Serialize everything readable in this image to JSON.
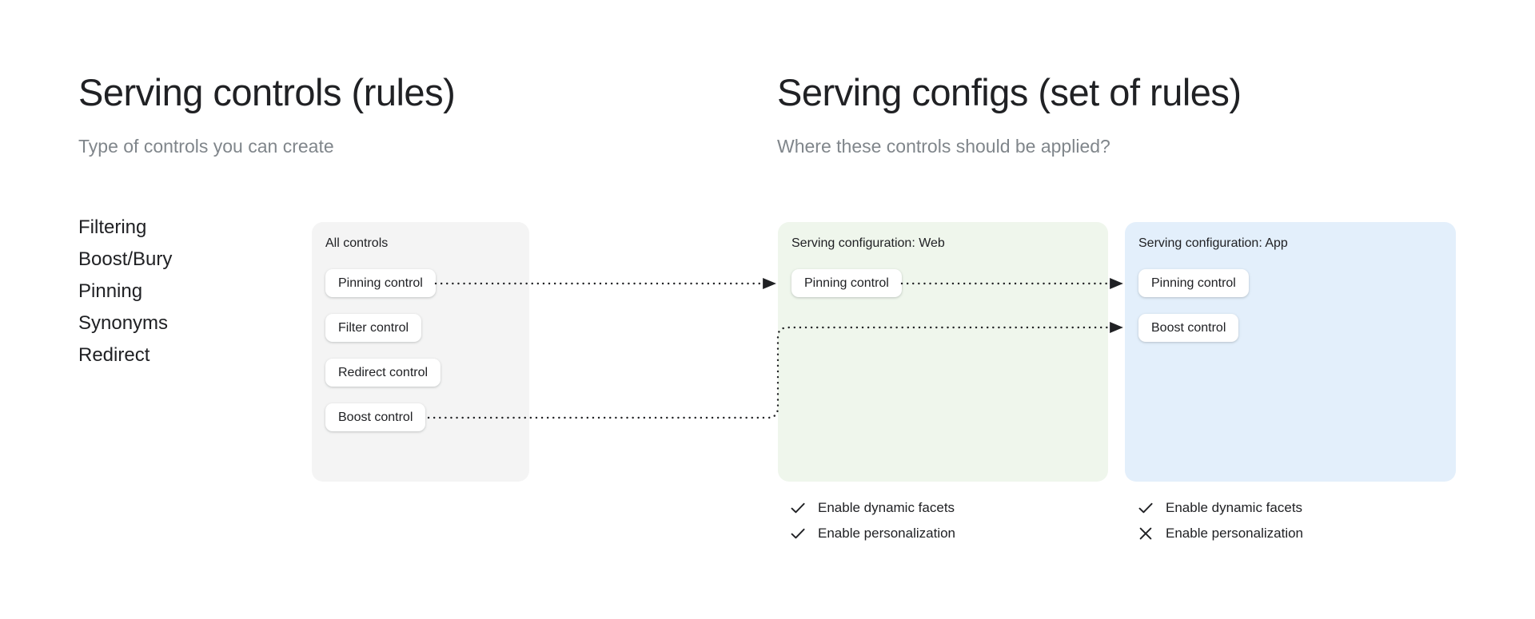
{
  "left_column": {
    "title": "Serving controls (rules)",
    "subtitle": "Type of controls you can create",
    "control_types": [
      "Filtering",
      "Boost/Bury",
      "Pinning",
      "Synonyms",
      "Redirect"
    ],
    "all_controls_panel": {
      "title": "All controls",
      "background": "#f4f4f4",
      "chips": [
        "Pinning control",
        "Filter control",
        "Redirect control",
        "Boost control"
      ]
    }
  },
  "right_column": {
    "title": "Serving configs (set of rules)",
    "subtitle": "Where these controls should be applied?",
    "configs": [
      {
        "title": "Serving configuration: Web",
        "background": "#eff6ec",
        "chips": [
          "Pinning control"
        ],
        "toggles": [
          {
            "label": "Enable dynamic facets",
            "state": "check",
            "icon": "check-icon"
          },
          {
            "label": "Enable personalization",
            "state": "check",
            "icon": "check-icon"
          }
        ]
      },
      {
        "title": "Serving configuration: App",
        "background": "#e3effb",
        "chips": [
          "Pinning control",
          "Boost control"
        ],
        "toggles": [
          {
            "label": "Enable dynamic facets",
            "state": "check",
            "icon": "check-icon"
          },
          {
            "label": "Enable personalization",
            "state": "cross",
            "icon": "cross-icon"
          }
        ]
      }
    ]
  },
  "connectors": {
    "style": "dotted-arrow",
    "color": "#202124",
    "links": [
      {
        "from": "all-controls:Pinning control",
        "to": "web:Pinning control"
      },
      {
        "from": "web:Pinning control",
        "to": "app:Pinning control"
      },
      {
        "from": "all-controls:Boost control",
        "to": "app:Boost control"
      }
    ]
  },
  "colors": {
    "page_background": "#ffffff",
    "text_primary": "#202124",
    "text_secondary": "#80868b",
    "panel_gray": "#f4f4f4",
    "panel_green": "#eff6ec",
    "panel_blue": "#e3effb",
    "chip_white": "#ffffff"
  }
}
